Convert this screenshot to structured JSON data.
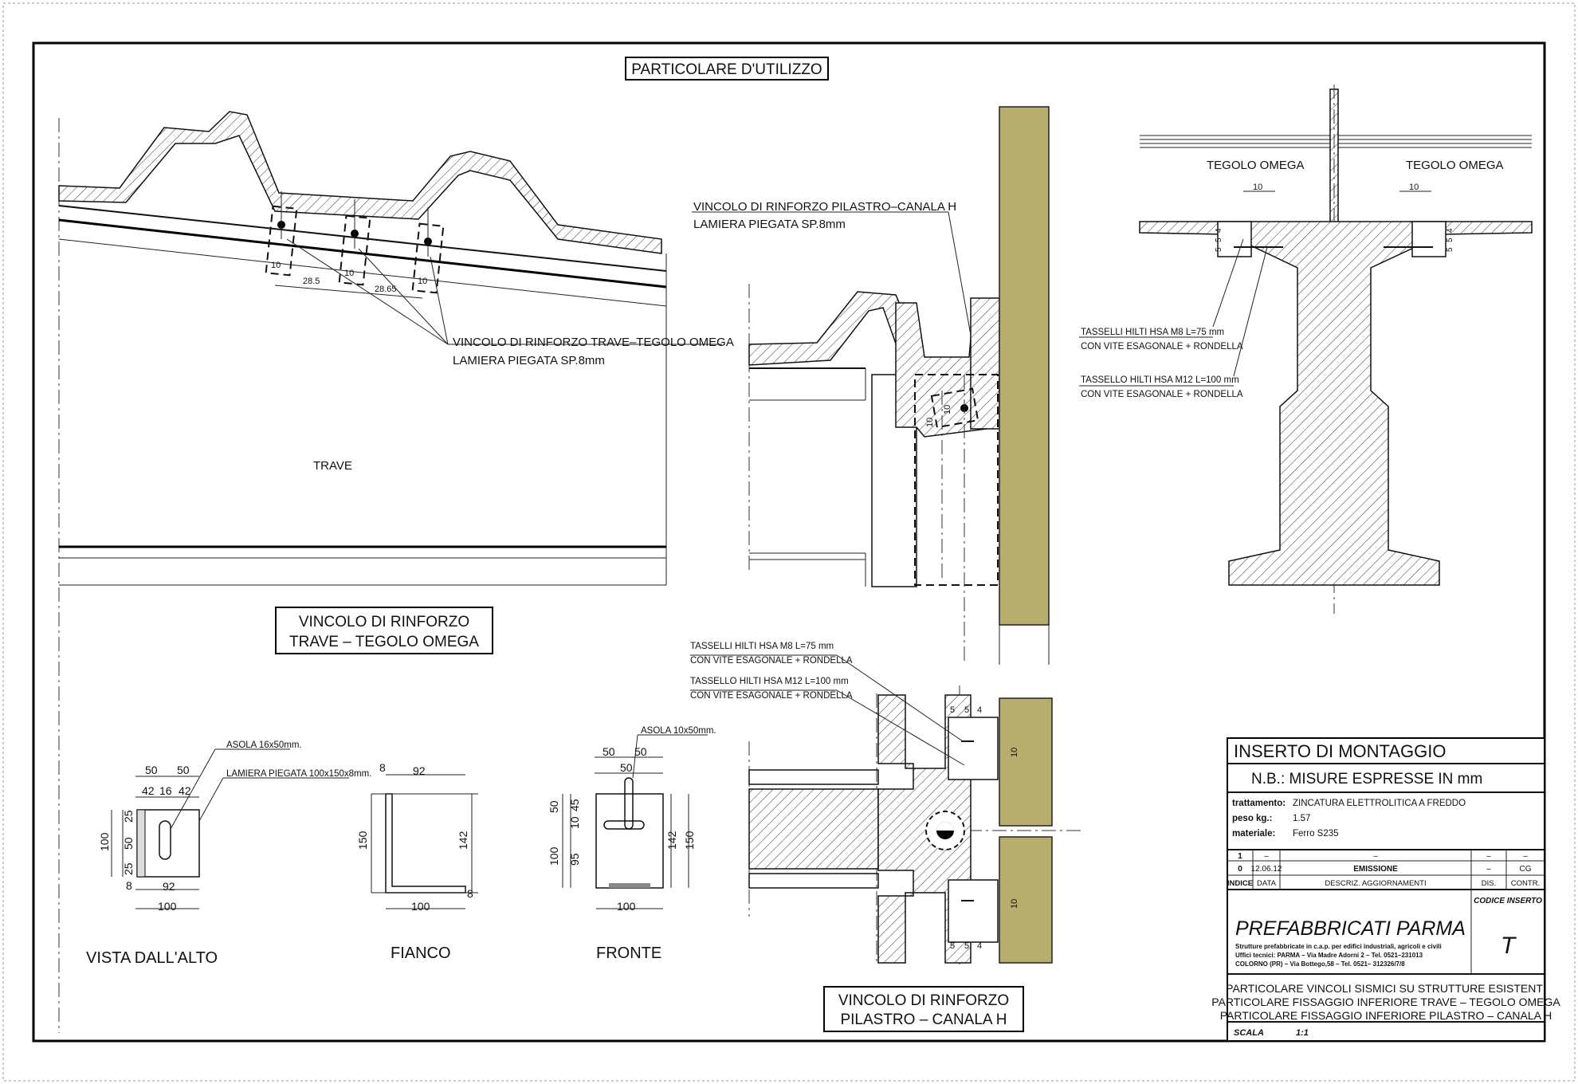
{
  "header_title": "PARTICOLARE D'UTILIZZO",
  "left_view": {
    "dims": [
      "10",
      "10",
      "10",
      "28.5",
      "28.65"
    ],
    "callout": [
      "VINCOLO DI RINFORZO TRAVE–TEGOLO OMEGA",
      "LAMIERA PIEGATA SP.8mm"
    ],
    "trave_label": "TRAVE",
    "caption": [
      "VINCOLO DI RINFORZO",
      "TRAVE – TEGOLO OMEGA"
    ]
  },
  "middle_view": {
    "callout": [
      "VINCOLO DI RINFORZO PILASTRO–CANALA H",
      "LAMIERA PIEGATA SP.8mm"
    ],
    "dims": [
      "10",
      "10"
    ]
  },
  "right_view": {
    "tegolo_left": "TEGOLO OMEGA",
    "tegolo_right": "TEGOLO OMEGA",
    "dim_left": "10",
    "dim_right": "10",
    "stack_left": [
      "5",
      "5",
      "4"
    ],
    "stack_right": [
      "5",
      "5",
      "4"
    ],
    "anchor_m8": [
      "TASSELLI HILTI HSA M8 L=75 mm",
      "CON VITE ESAGONALE + RONDELLA"
    ],
    "anchor_m12": [
      "TASSELLO HILTI HSA M12 L=100 mm",
      "CON VITE ESAGONALE + RONDELLA"
    ]
  },
  "lower_detail": {
    "anchor_m8": [
      "TASSELLI HILTI HSA M8 L=75 mm",
      "CON VITE ESAGONALE + RONDELLA"
    ],
    "anchor_m12": [
      "TASSELLO HILTI HSA M12 L=100 mm",
      "CON VITE ESAGONALE + RONDELLA"
    ],
    "dims_top": [
      "5",
      "5",
      "4"
    ],
    "dims_bottom": [
      "5",
      "5",
      "4"
    ],
    "dim_side_top": "10",
    "dim_side_bottom": "10",
    "caption": [
      "VINCOLO DI RINFORZO",
      "PILASTRO – CANALA H"
    ]
  },
  "plate_views": {
    "top": {
      "title": "VISTA DALL'ALTO",
      "note_slot": "ASOLA 16x50mm.",
      "note_plate": "LAMIERA PIEGATA 100x150x8mm.",
      "dims": [
        "50",
        "50",
        "42",
        "16",
        "42",
        "25",
        "50",
        "25",
        "100",
        "8",
        "92",
        "100"
      ]
    },
    "side": {
      "title": "FIANCO",
      "dims": [
        "8",
        "92",
        "150",
        "142",
        "8",
        "100"
      ]
    },
    "front": {
      "title": "FRONTE",
      "note_slot": "ASOLA 10x50mm.",
      "dims": [
        "50",
        "50",
        "50",
        "50",
        "10",
        "45",
        "100",
        "95",
        "142",
        "150",
        "100"
      ]
    }
  },
  "title_block": {
    "title": "INSERTO DI MONTAGGIO",
    "note": "N.B.: MISURE ESPRESSE IN mm",
    "props": [
      {
        "label": "trattamento:",
        "value": "ZINCATURA ELETTROLITICA A FREDDO"
      },
      {
        "label": "peso kg.:",
        "value": "1.57"
      },
      {
        "label": "materiale:",
        "value": "Ferro S235"
      }
    ],
    "revisions": [
      {
        "indice": "1",
        "data": "–",
        "descr": "–",
        "dis": "–",
        "contr": "–"
      },
      {
        "indice": "0",
        "data": "12.06.12",
        "descr": "EMISSIONE",
        "dis": "–",
        "contr": "CG"
      }
    ],
    "rev_headers": [
      "INDICE",
      "DATA",
      "DESCRIZ. AGGIORNAMENTI",
      "DIS.",
      "CONTR."
    ],
    "company": "PREFABBRICATI PARMA",
    "company_lines": [
      "Strutture prefabbricate in c.a.p. per edifici industriali, agricoli e civili",
      "Uffici tecnici: PARMA – Via Madre Adorni 2 – Tel. 0521–231013",
      "COLORNO (PR) – Via Bottego,58 – Tel. 0521– 312326/7/8"
    ],
    "code_label": "CODICE INSERTO",
    "code_value": "T",
    "description": [
      "PARTICOLARE VINCOLI SISMICI SU STRUTTURE ESISTENTI",
      "PARTICOLARE FISSAGGIO INFERIORE TRAVE – TEGOLO OMEGA",
      "PARTICOLARE FISSAGGIO INFERIORE PILASTRO – CANALA H"
    ],
    "scale_label": "SCALA",
    "scale_value": "1:1"
  }
}
